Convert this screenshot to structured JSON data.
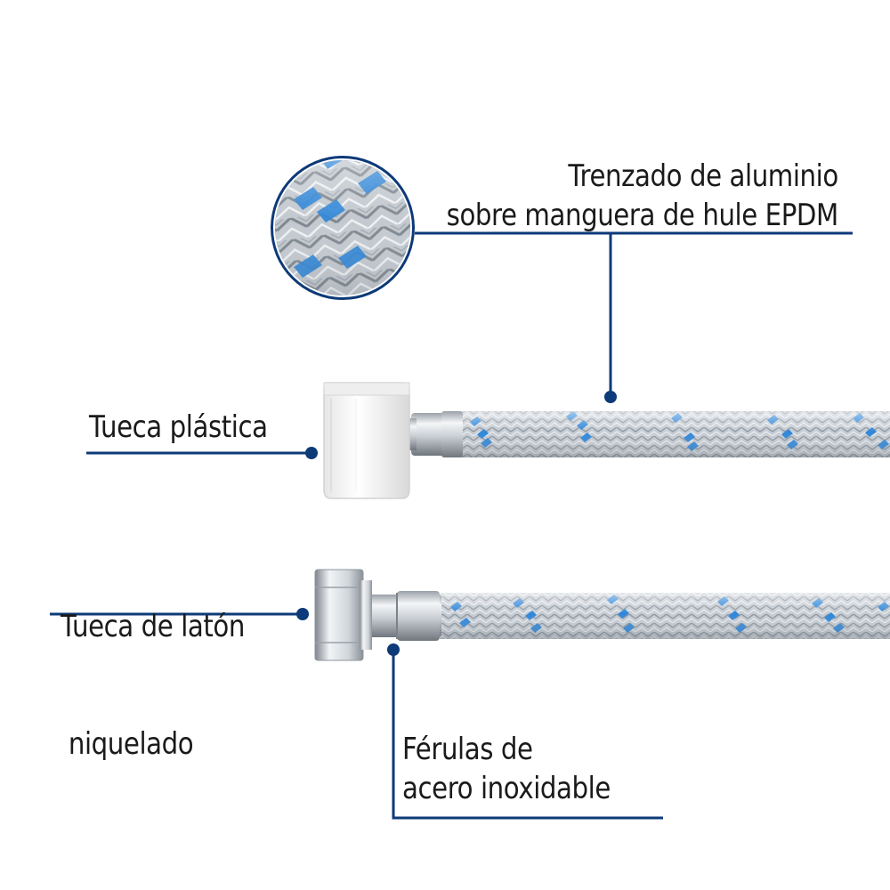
{
  "callouts": {
    "braid": {
      "line1": "Trenzado de aluminio",
      "line2": "sobre manguera de hule EPDM"
    },
    "plastic_nut": {
      "line1": "Tueca plástica"
    },
    "brass_nut": {
      "line1": "Tueca de latón",
      "line2": " niquelado"
    },
    "ferrules": {
      "line1": "Férulas de",
      "line2": "acero inoxidable"
    }
  },
  "colors": {
    "callout_line": "#0d3a78",
    "braid_accent": "#2f86d8",
    "braid_steel": "#b9bfc6",
    "plastic_nut": "#f2f2f2",
    "text": "#1a1a1a"
  },
  "icons": {
    "zoom": "braid-detail-zoom",
    "plastic_nut": "plastic-nut",
    "brass_nut": "nickel-plated-brass-nut",
    "hose": "braided-hose"
  }
}
